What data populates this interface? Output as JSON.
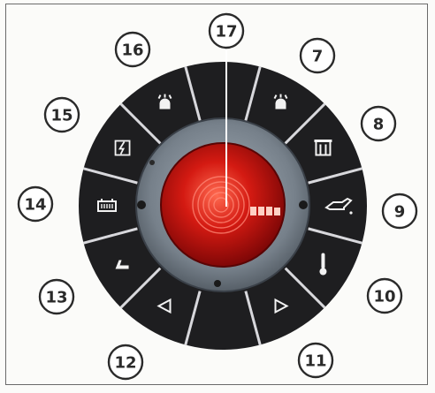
{
  "callouts": [
    {
      "id": "17",
      "text": "17"
    },
    {
      "id": "7",
      "text": "7"
    },
    {
      "id": "8",
      "text": "8"
    },
    {
      "id": "9",
      "text": "9"
    },
    {
      "id": "10",
      "text": "10"
    },
    {
      "id": "11",
      "text": "11"
    },
    {
      "id": "12",
      "text": "12"
    },
    {
      "id": "13",
      "text": "13"
    },
    {
      "id": "14",
      "text": "14"
    },
    {
      "id": "15",
      "text": "15"
    },
    {
      "id": "16",
      "text": "16"
    }
  ],
  "segments": [
    {
      "icon": "top-dark-segment"
    },
    {
      "icon": "light-bulb-icon"
    },
    {
      "icon": "glow-plug-icon"
    },
    {
      "icon": "oil-can-icon"
    },
    {
      "icon": "thermometer-icon"
    },
    {
      "icon": "right-turn-triangle-icon"
    },
    {
      "icon": "bottom-dark-segment"
    },
    {
      "icon": "left-turn-triangle-icon"
    },
    {
      "icon": "brake-hand-icon"
    },
    {
      "icon": "battery-icon"
    },
    {
      "icon": "charging-icon"
    },
    {
      "icon": "light-bulb-icon"
    }
  ],
  "colors": {
    "ring": "#1e1e20",
    "divider": "#d8d8dc",
    "bezel": "#6b7580",
    "lens": "#c81010",
    "number_stroke": "#2a2a2a"
  }
}
